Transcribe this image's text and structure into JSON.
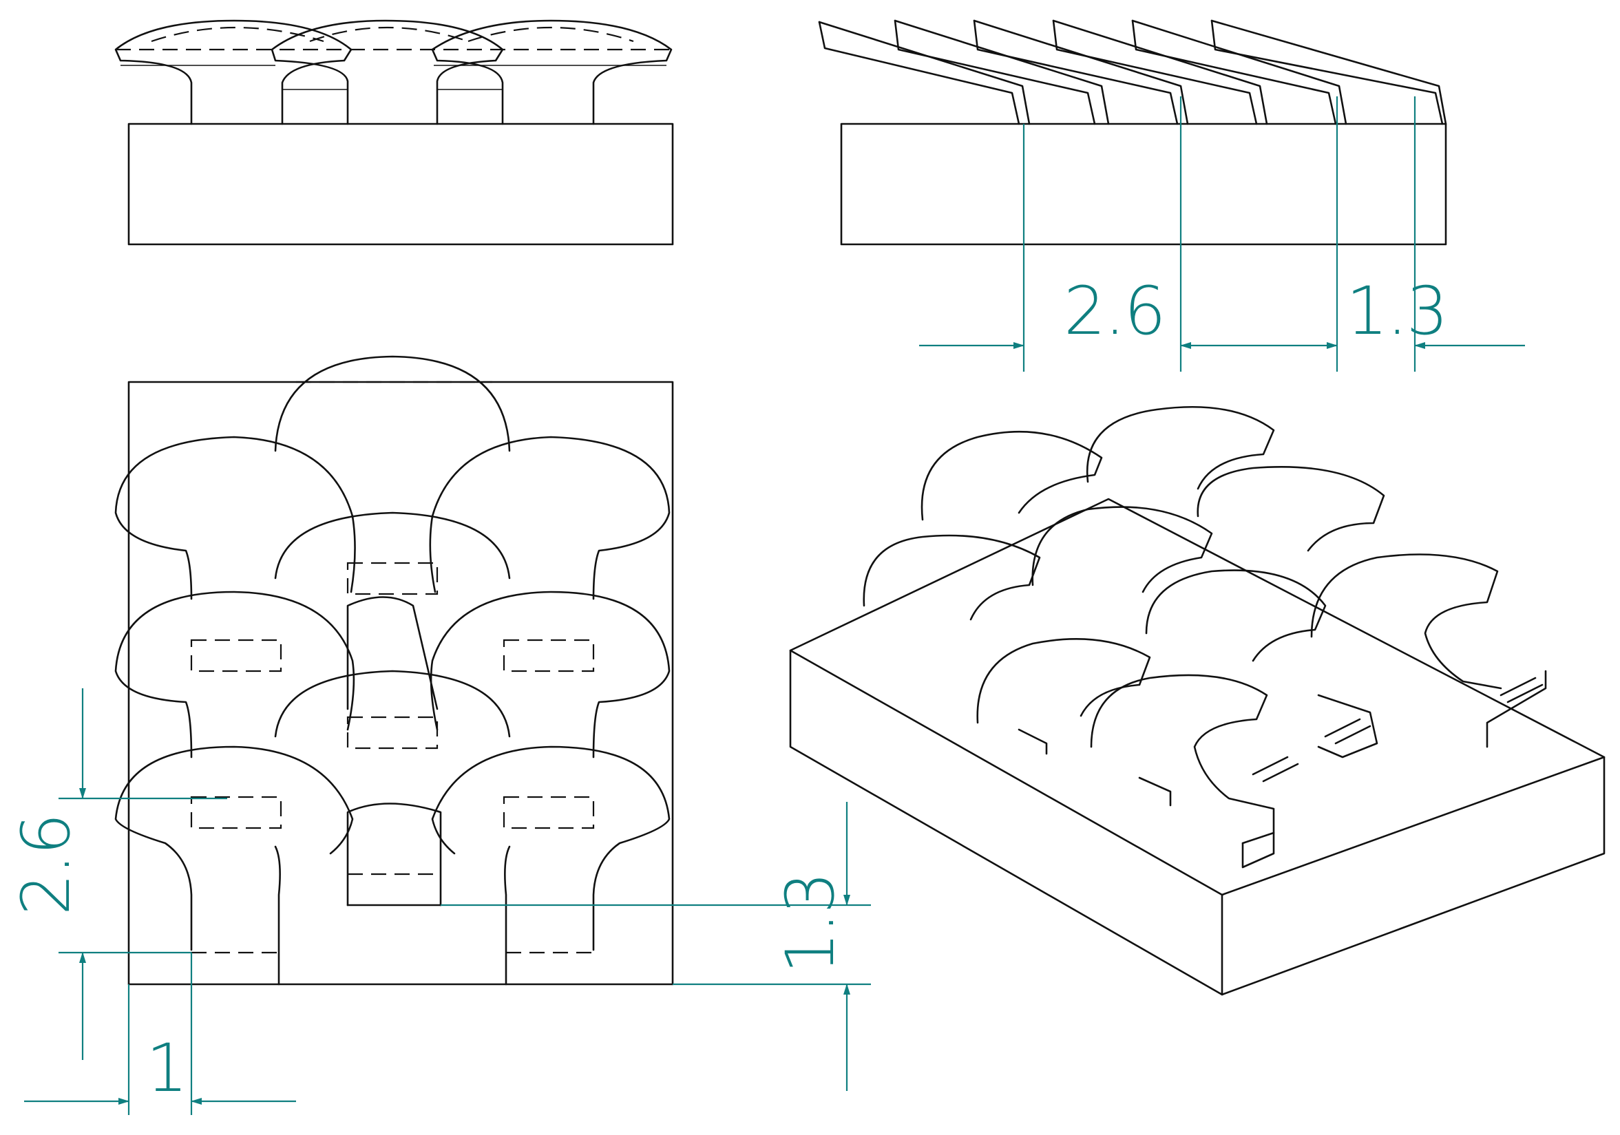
{
  "colors": {
    "outline": "#111111",
    "dimension": "#0f7f80",
    "background": "#ffffff"
  },
  "dimensions": {
    "side_pitch": "2.6",
    "side_width": "1.3",
    "plan_vertical": "2.6",
    "plan_width": "1",
    "plan_stem": "1.3"
  }
}
